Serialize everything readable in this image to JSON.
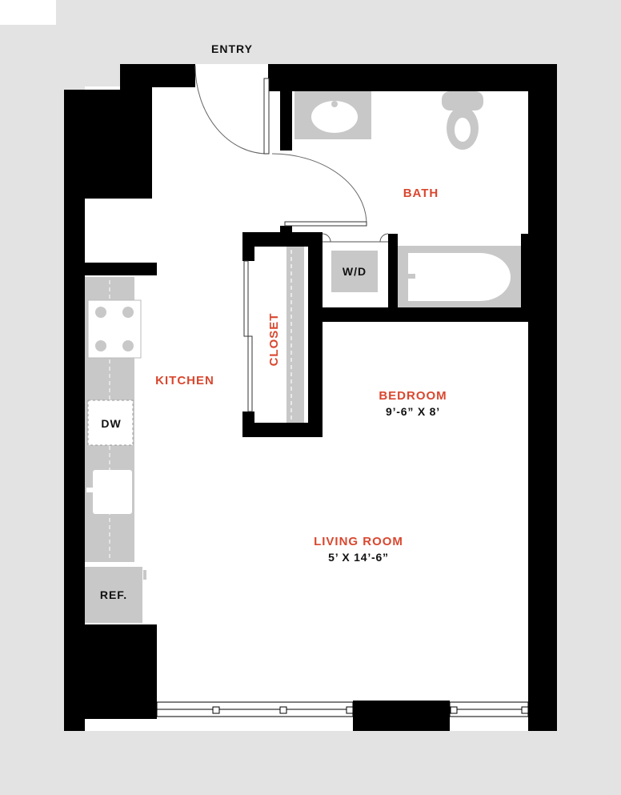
{
  "labels": {
    "entry": "ENTRY",
    "bath": "BATH",
    "closet": "CLOSET",
    "wd": "W/D",
    "kitchen": "KITCHEN",
    "bedroom": "BEDROOM",
    "bedroom_dim": "9’-6” X 8’",
    "living_room": "LIVING ROOM",
    "living_dim": "5’ X 14’-6”",
    "dw": "DW",
    "ref": "REF."
  },
  "colors": {
    "background": "#e3e3e3",
    "floor": "#ffffff",
    "walls": "#000000",
    "fixtures": "#c8c8c8",
    "room_labels": "#d9472f"
  }
}
